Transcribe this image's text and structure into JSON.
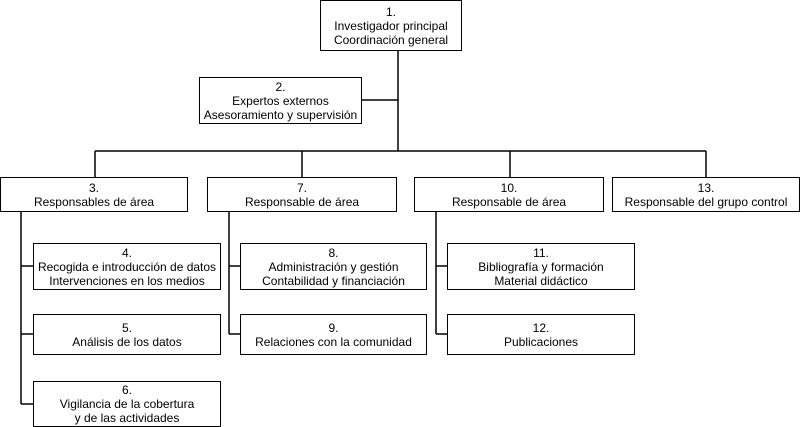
{
  "org_chart": {
    "nodes": [
      {
        "id": "n1",
        "number": "1.",
        "lines": [
          "Investigador principal",
          "Coordinación general"
        ]
      },
      {
        "id": "n2",
        "number": "2.",
        "lines": [
          "Expertos externos",
          "Asesoramiento y supervisión"
        ]
      },
      {
        "id": "n3",
        "number": "3.",
        "lines": [
          "Responsables de área"
        ]
      },
      {
        "id": "n4",
        "number": "4.",
        "lines": [
          "Recogida e introducción de datos",
          "Intervenciones en los medios"
        ]
      },
      {
        "id": "n5",
        "number": "5.",
        "lines": [
          "Análisis de los datos"
        ]
      },
      {
        "id": "n6",
        "number": "6.",
        "lines": [
          "Vigilancia de la cobertura",
          "y de las actividades"
        ]
      },
      {
        "id": "n7",
        "number": "7.",
        "lines": [
          "Responsable de área"
        ]
      },
      {
        "id": "n8",
        "number": "8.",
        "lines": [
          "Administración y gestión",
          "Contabilidad y financiación"
        ]
      },
      {
        "id": "n9",
        "number": "9.",
        "lines": [
          "Relaciones con la comunidad"
        ]
      },
      {
        "id": "n10",
        "number": "10.",
        "lines": [
          "Responsable de área"
        ]
      },
      {
        "id": "n11",
        "number": "11.",
        "lines": [
          "Bibliografía y formación",
          "Material didáctico"
        ]
      },
      {
        "id": "n12",
        "number": "12.",
        "lines": [
          "Publicaciones"
        ]
      },
      {
        "id": "n13",
        "number": "13.",
        "lines": [
          "Responsable del grupo control"
        ]
      }
    ]
  }
}
